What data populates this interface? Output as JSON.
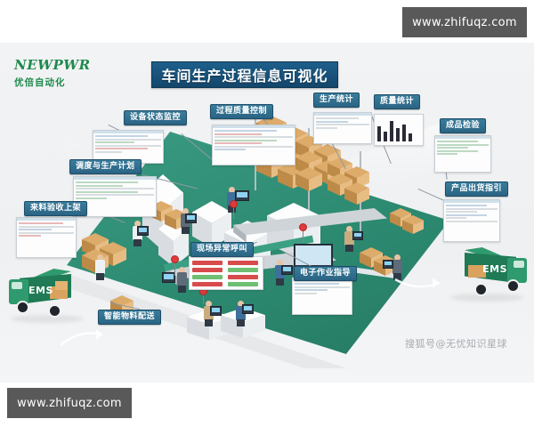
{
  "page": {
    "background_color": "#ffffff",
    "poster_background": "#f1f3f4"
  },
  "brand": {
    "name": "NEWPWR",
    "subtitle": "优倍自动化",
    "color": "#1f8a4c"
  },
  "header": {
    "title": "车间生产过程信息可视化",
    "banner_color": "#14466b",
    "text_color": "#ffffff"
  },
  "callouts": [
    {
      "id": "equipment-status",
      "label": "设备状态监控"
    },
    {
      "id": "process-quality",
      "label": "过程质量控制"
    },
    {
      "id": "production-stats",
      "label": "生产统计"
    },
    {
      "id": "quality-stats",
      "label": "质量统计"
    },
    {
      "id": "finished-inspection",
      "label": "成品检验"
    },
    {
      "id": "shipment-guide",
      "label": "产品出货指引"
    },
    {
      "id": "scheduling-plan",
      "label": "调度与生产计划"
    },
    {
      "id": "incoming-material",
      "label": "来料验收上架"
    },
    {
      "id": "abnormal-call",
      "label": "现场异常呼叫"
    },
    {
      "id": "work-instruction",
      "label": "电子作业指导"
    },
    {
      "id": "material-delivery",
      "label": "智能物料配送"
    }
  ],
  "callout_colors": {
    "chip_fill": "#2b6484",
    "chip_border": "#1d4d68",
    "chip_text": "#ffffff",
    "connector": "#8d99a2"
  },
  "scene": {
    "floor_color": "#2c8a71",
    "wall_color": "#eef0f2",
    "carton_color": "#d9a35f",
    "machine_color": "#eceff1"
  },
  "vehicles": [
    {
      "id": "truck-left",
      "badge": "EMS",
      "color": "#1f7a55"
    },
    {
      "id": "truck-right",
      "badge": "EMS",
      "color": "#1f7a55"
    }
  ],
  "watermarks": {
    "top_right": "www.zhifuqz.com",
    "bottom_left": "www.zhifuqz.com",
    "sohu": "搜狐号@无忧知识星球",
    "box_color": "#595959"
  }
}
